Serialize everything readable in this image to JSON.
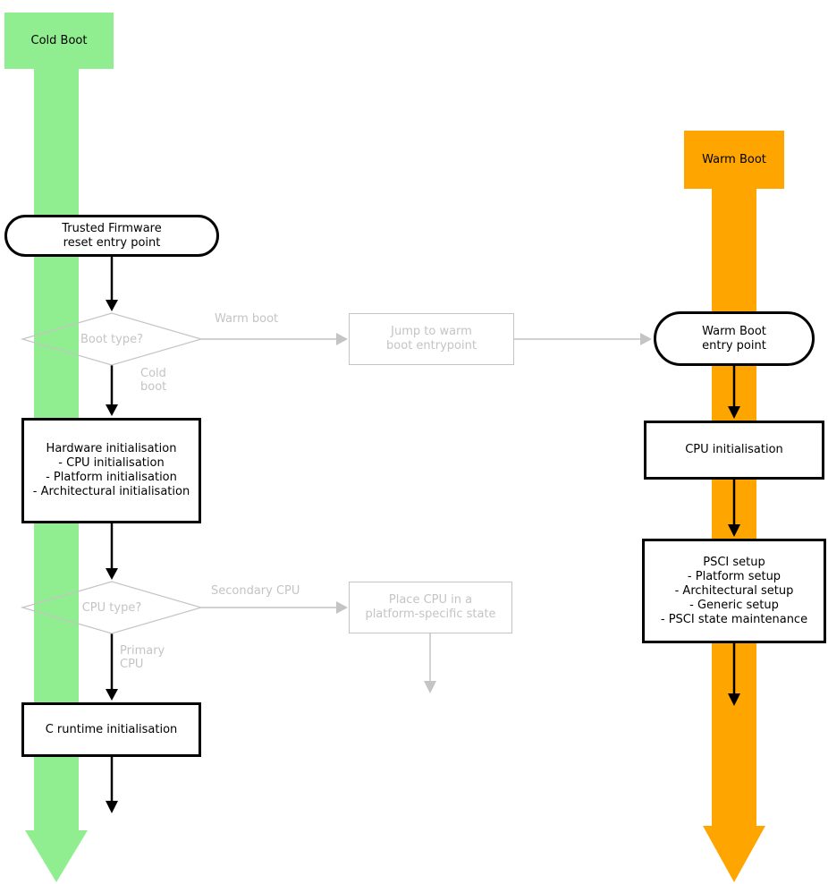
{
  "colors": {
    "cold_boot": "#90EE90",
    "warm_boot": "#FFA500",
    "inactive": "#C4C4C4",
    "active": "#000000"
  },
  "diagram": {
    "cold_banner": "Cold Boot",
    "warm_banner": "Warm Boot",
    "reset_entry": {
      "lines": [
        "Trusted Firmware",
        "reset entry point"
      ]
    },
    "boot_type": "Boot type?",
    "warm_boot_edge": "Warm boot",
    "cold_boot_edge": {
      "lines": [
        "Cold",
        "boot"
      ]
    },
    "jump_warm": {
      "lines": [
        "Jump to warm",
        "boot entrypoint"
      ]
    },
    "warm_entry": {
      "lines": [
        "Warm Boot",
        "entry point"
      ]
    },
    "hardware_init": {
      "lines": [
        "Hardware initialisation",
        "- CPU initialisation",
        "- Platform initialisation",
        "- Architectural initialisation"
      ]
    },
    "cpu_type": "CPU type?",
    "secondary_cpu_edge": "Secondary CPU",
    "primary_cpu_edge": {
      "lines": [
        "Primary",
        "CPU"
      ]
    },
    "place_cpu": {
      "lines": [
        "Place CPU in a",
        "platform-specific state"
      ]
    },
    "c_runtime": "C runtime initialisation",
    "cpu_init": "CPU initialisation",
    "psci_setup": {
      "lines": [
        "PSCI setup",
        "- Platform setup",
        "- Architectural setup",
        "- Generic setup",
        "- PSCI state maintenance"
      ]
    }
  }
}
